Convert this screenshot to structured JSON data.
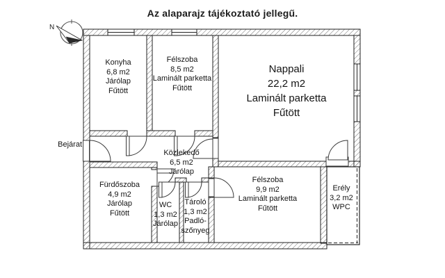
{
  "title": "Az alaparajz tájékoztató jellegű.",
  "compass": {
    "north_label": "N"
  },
  "entrance_label": "Bejárat",
  "colors": {
    "background": "#ffffff",
    "wall_outline": "#222222",
    "hatch_line": "#6e6e6e",
    "text": "#141414"
  },
  "rooms": {
    "konyha": {
      "name": "Konyha",
      "area": "6,8 m2",
      "floor": "Járólap",
      "heating": "Fűtött"
    },
    "felszoba_kis": {
      "name": "Félszoba",
      "area": "8,5 m2",
      "floor": "Laminált parketta",
      "heating": "Fűtött"
    },
    "nappali": {
      "name": "Nappali",
      "area": "22,2 m2",
      "floor": "Laminált parketta",
      "heating": "Fűtött"
    },
    "kozlekedo": {
      "name": "Közlekedő",
      "area": "6,5 m2",
      "floor": "Járólap"
    },
    "furdoszoba": {
      "name": "Fürdőszoba",
      "area": "4,9 m2",
      "floor": "Járólap",
      "heating": "Fűtött"
    },
    "wc": {
      "name": "WC",
      "area": "1,3 m2",
      "floor": "Járólap"
    },
    "tarolo": {
      "name": "Tároló",
      "area": "1,3 m2",
      "floor_line1": "Padló-",
      "floor_line2": "szőnyeg"
    },
    "felszoba_nagy": {
      "name": "Félszoba",
      "area": "9,9 m2",
      "floor": "Laminált parketta",
      "heating": "Fűtött"
    },
    "erely": {
      "name": "Erély",
      "area": "3,2 m2",
      "floor": "WPC"
    }
  }
}
